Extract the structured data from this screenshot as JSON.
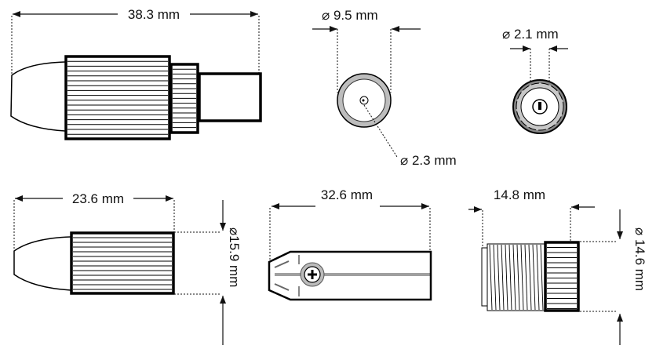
{
  "title": "Connector dimension drawing",
  "views": {
    "side_full": {
      "length_label": "38.3 mm"
    },
    "front_outer": {
      "diameter_label": "⌀ 9.5 mm",
      "pin_label": "⌀ 2.3 mm"
    },
    "front_inner": {
      "diameter_label": "⌀ 2.1 mm"
    },
    "cap_body": {
      "length_label": "23.6 mm",
      "diameter_label": "⌀15.9 mm"
    },
    "insert": {
      "length_label": "32.6 mm"
    },
    "threaded_nut": {
      "length_label": "14.8 mm",
      "diameter_label": "⌀ 14.6 mm"
    }
  },
  "colors": {
    "line": "#000000",
    "ring_fill": "#b0b0b0"
  }
}
